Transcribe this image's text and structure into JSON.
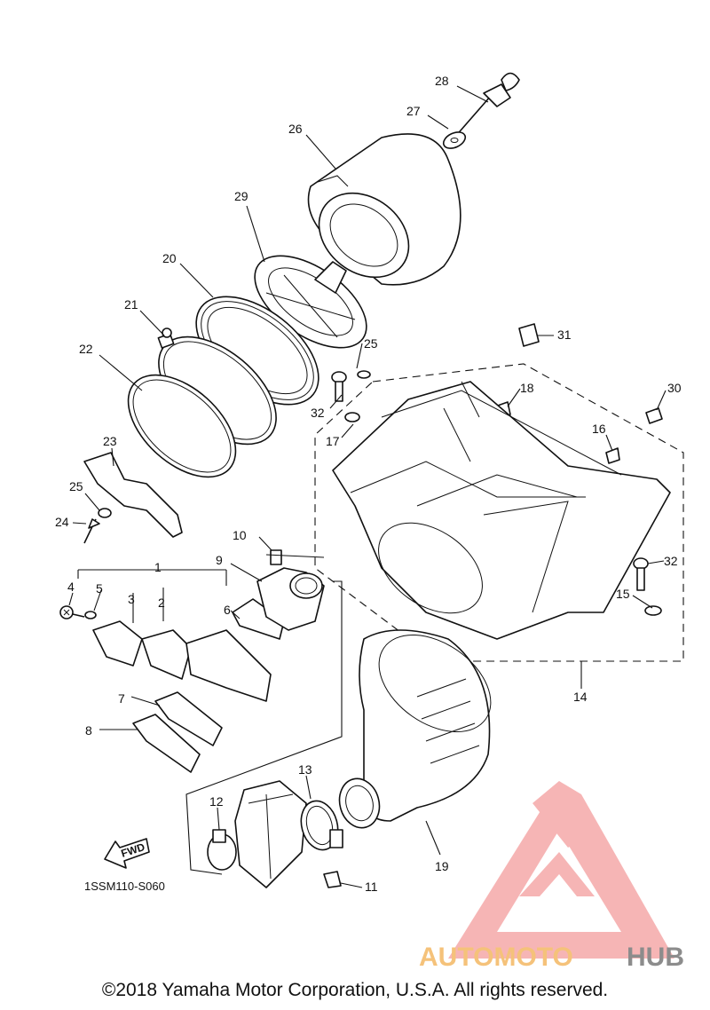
{
  "diagram": {
    "callouts": [
      {
        "id": "c1",
        "text": "1"
      },
      {
        "id": "c2",
        "text": "2"
      },
      {
        "id": "c3",
        "text": "3"
      },
      {
        "id": "c4",
        "text": "4"
      },
      {
        "id": "c5",
        "text": "5"
      },
      {
        "id": "c6",
        "text": "6"
      },
      {
        "id": "c7",
        "text": "7"
      },
      {
        "id": "c8",
        "text": "8"
      },
      {
        "id": "c9",
        "text": "9"
      },
      {
        "id": "c10",
        "text": "10"
      },
      {
        "id": "c11",
        "text": "11"
      },
      {
        "id": "c12",
        "text": "12"
      },
      {
        "id": "c13",
        "text": "13"
      },
      {
        "id": "c14",
        "text": "14"
      },
      {
        "id": "c15",
        "text": "15"
      },
      {
        "id": "c16",
        "text": "16"
      },
      {
        "id": "c17",
        "text": "17"
      },
      {
        "id": "c18",
        "text": "18"
      },
      {
        "id": "c19",
        "text": "19"
      },
      {
        "id": "c20",
        "text": "20"
      },
      {
        "id": "c21",
        "text": "21"
      },
      {
        "id": "c22",
        "text": "22"
      },
      {
        "id": "c23",
        "text": "23"
      },
      {
        "id": "c24",
        "text": "24"
      },
      {
        "id": "c25a",
        "text": "25"
      },
      {
        "id": "c25b",
        "text": "25"
      },
      {
        "id": "c26",
        "text": "26"
      },
      {
        "id": "c27",
        "text": "27"
      },
      {
        "id": "c28",
        "text": "28"
      },
      {
        "id": "c29",
        "text": "29"
      },
      {
        "id": "c30",
        "text": "30"
      },
      {
        "id": "c31",
        "text": "31"
      },
      {
        "id": "c32a",
        "text": "32"
      },
      {
        "id": "c32b",
        "text": "32"
      }
    ],
    "fwd_label": "FWD",
    "drawing_code": "1SSM110-S060"
  },
  "watermark": {
    "prefix": "AUTOMOTO",
    "suffix": "HUB",
    "colors": {
      "logo": "#f07a7a",
      "prefix": "#f5c27a",
      "suffix": "#8c8c8c"
    }
  },
  "footer": {
    "copyright": "©2018 Yamaha Motor Corporation, U.S.A. All rights reserved."
  }
}
